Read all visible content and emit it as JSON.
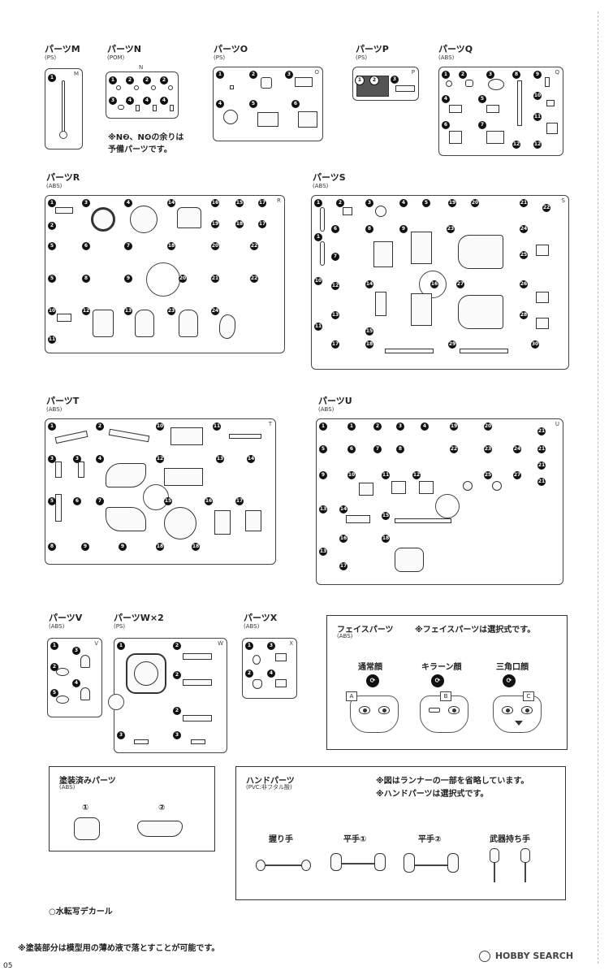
{
  "runners": {
    "M": {
      "title": "パーツM",
      "material": "(PS)",
      "tag": "M"
    },
    "N": {
      "title": "パーツN",
      "material": "(POM)",
      "tag": "N"
    },
    "O": {
      "title": "パーツO",
      "material": "(PS)",
      "tag": "O"
    },
    "P": {
      "title": "パーツP",
      "material": "(PS)",
      "tag": "P"
    },
    "Q": {
      "title": "パーツQ",
      "material": "(ABS)",
      "tag": "Q"
    },
    "R": {
      "title": "パーツR",
      "material": "(ABS)",
      "tag": "R"
    },
    "S": {
      "title": "パーツS",
      "material": "(ABS)",
      "tag": "S"
    },
    "T": {
      "title": "パーツT",
      "material": "(ABS)",
      "tag": "T"
    },
    "U": {
      "title": "パーツU",
      "material": "(ABS)",
      "tag": "U"
    },
    "V": {
      "title": "パーツV",
      "material": "(ABS)",
      "tag": "V"
    },
    "W": {
      "title": "パーツW×2",
      "material": "(PS)",
      "tag": "W"
    },
    "X": {
      "title": "パーツX",
      "material": "(ABS)",
      "tag": "X"
    }
  },
  "n_note": [
    "※N❷、N❹の余りは",
    "予備パーツです。"
  ],
  "face_parts": {
    "title": "フェイスパーツ",
    "material": "(ABS)",
    "note": "※フェイスパーツは選択式です。",
    "faces": [
      {
        "label": "通常顔",
        "letter": "A"
      },
      {
        "label": "キラーン顔",
        "letter": "B"
      },
      {
        "label": "三角口顔",
        "letter": "C"
      }
    ]
  },
  "painted_parts": {
    "title": "塗装済みパーツ",
    "material": "(ABS)",
    "items": [
      "①",
      "②"
    ]
  },
  "hand_parts": {
    "title": "ハンドパーツ",
    "material": "(PVC:非フタル酸)",
    "notes": [
      "※図はランナーの一部を省略しています。",
      "※ハンドパーツは選択式です。"
    ],
    "hands": [
      "握り手",
      "平手①",
      "平手②",
      "武器持ち手"
    ]
  },
  "decal": "○水転写デカール",
  "bottom_note": "※塗装部分は模型用の薄め液で落とすことが可能です。",
  "page_number": "05",
  "watermark": "HOBBY SEARCH"
}
